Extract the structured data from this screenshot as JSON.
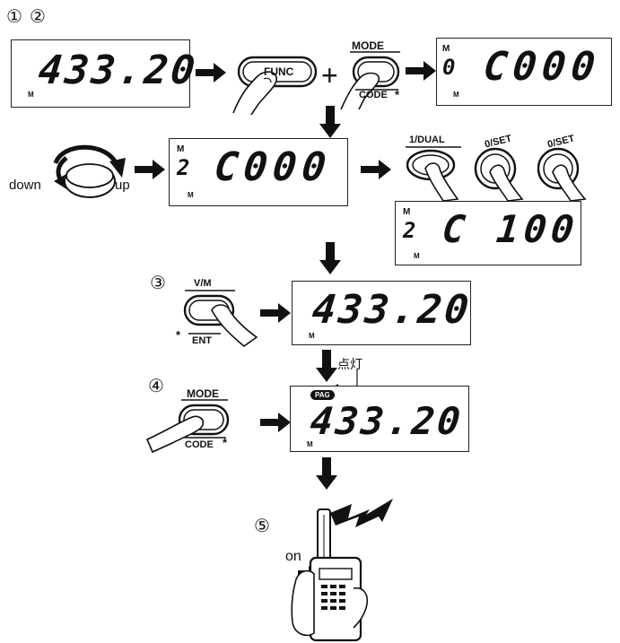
{
  "steps": {
    "s1": "①",
    "s2": "②",
    "s3": "③",
    "s4": "④",
    "s5": "⑤"
  },
  "displays": {
    "d1": {
      "main": "433.20",
      "m": "M",
      "ch": ""
    },
    "d2": {
      "main": "C000",
      "m": "M",
      "ch": "0",
      "mtop": "M"
    },
    "d3": {
      "main": "C000",
      "m": "M",
      "ch": "2",
      "mtop": "M"
    },
    "d4": {
      "main": "C 100",
      "m": "M",
      "ch": "2",
      "mtop": "M"
    },
    "d5": {
      "main": "433.20",
      "m": "M"
    },
    "d6": {
      "main": "433.20",
      "m": "M",
      "pag": "PAG"
    }
  },
  "buttons": {
    "func": "FUNC",
    "mode_top": "MODE",
    "code_bottom": "CODE",
    "asterisk": "*",
    "dual": "1/DUAL",
    "set1": "0/SET",
    "set2": "0/SET",
    "vm": "V/M",
    "ent": "ENT"
  },
  "dial": {
    "down": "down",
    "up": "up"
  },
  "plus": "+",
  "annotation": "点灯",
  "on_label": "on",
  "icons": [
    "arrow-right-icon",
    "arrow-down-icon",
    "finger-press-icon",
    "dial-knob-icon",
    "radio-handset-icon",
    "transmit-wave-icon"
  ]
}
